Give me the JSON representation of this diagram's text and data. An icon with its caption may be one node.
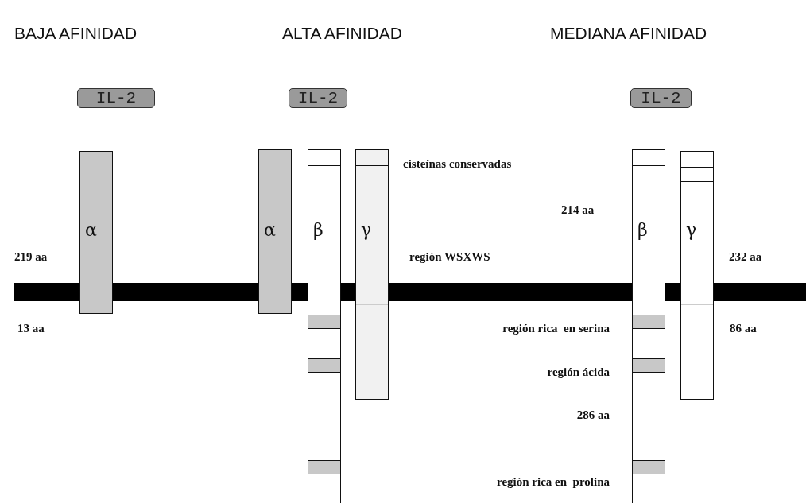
{
  "diagram": {
    "nodes": [
      {
        "text": [
          "IL-2"
        ]
      },
      {
        "text": [
          "α"
        ]
      },
      {
        "text": [
          "IL-2"
        ]
      },
      {
        "text": [
          "α"
        ]
      },
      {
        "text": [
          "β"
        ]
      },
      {
        "text": [
          "γ"
        ]
      },
      {
        "text": [
          "IL-2"
        ]
      },
      {
        "text": [
          "β"
        ]
      },
      {
        "text": [
          "γ"
        ]
      }
    ],
    "labels": [
      "BAJA AFINIDAD",
      "ALTA AFINIDAD",
      "MEDIANA AFINIDAD",
      "cisteínas conservadas",
      "214 aa",
      "219 aa",
      "región WSXWS",
      "232 aa",
      "13 aa",
      "región rica  en serina",
      "86 aa",
      "región ácida",
      "286 aa",
      "región rica en  prolina"
    ]
  }
}
